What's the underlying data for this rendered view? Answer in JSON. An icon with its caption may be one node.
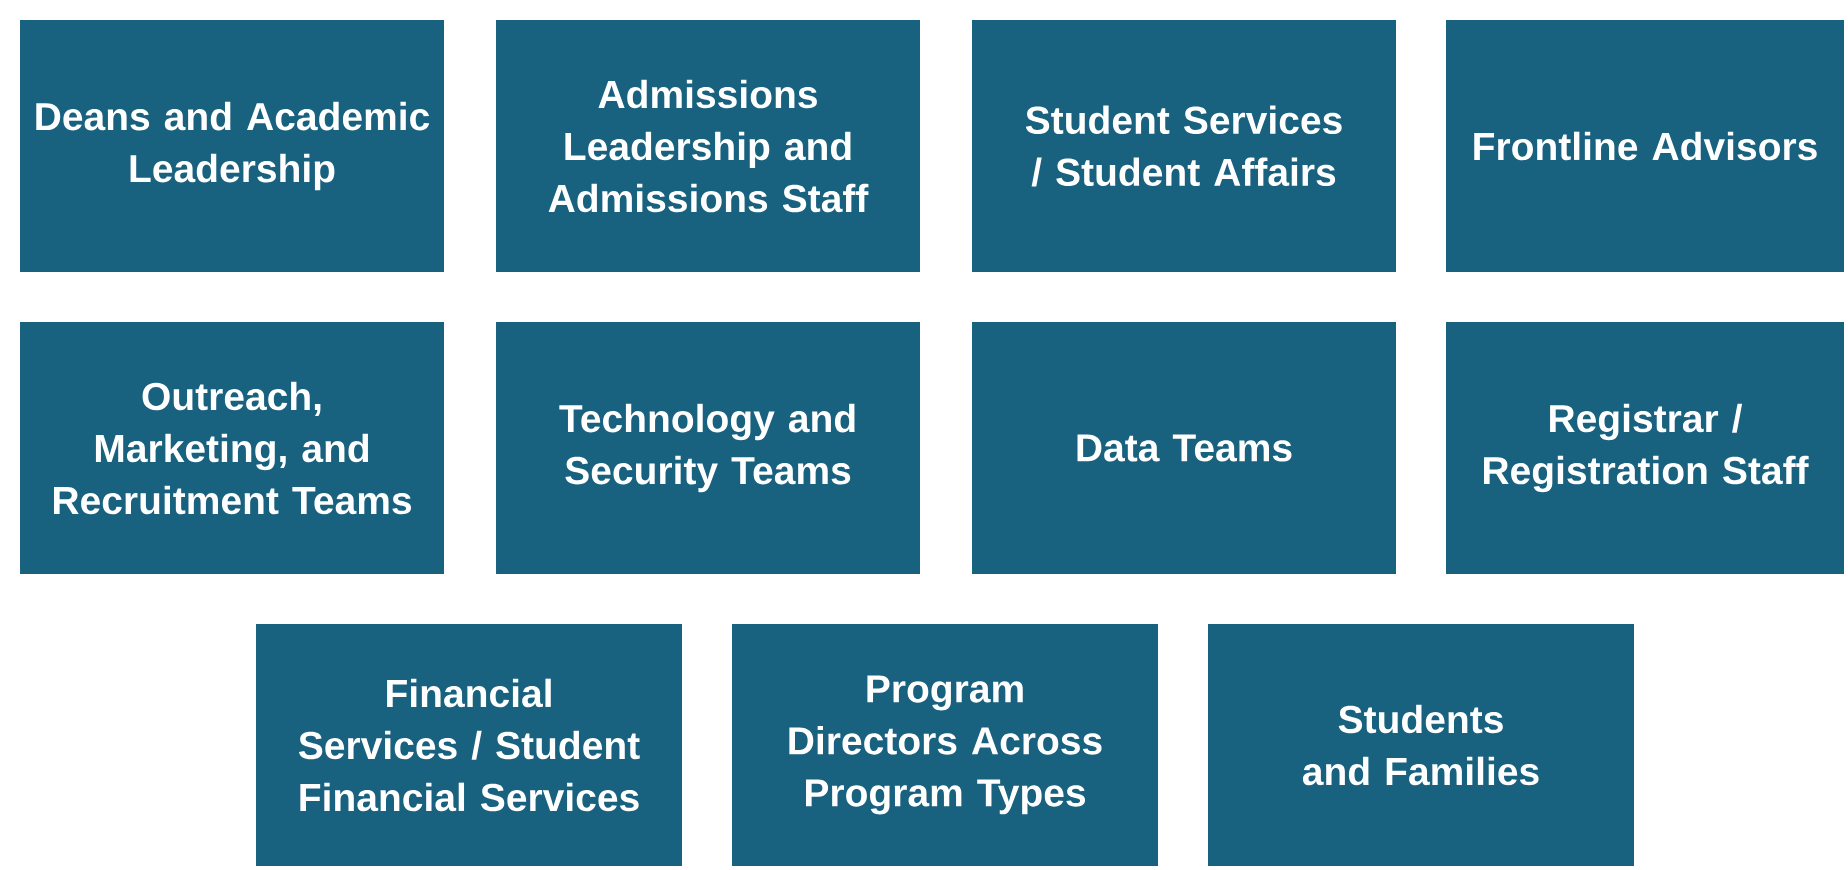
{
  "diagram": {
    "nodes": [
      {
        "text": [
          "Deans and Academic Leadership"
        ]
      },
      {
        "text": [
          "Admissions Leadership and Admissions Staff"
        ]
      },
      {
        "text": [
          "Student Services / Student Affairs"
        ]
      },
      {
        "text": [
          "Frontline Advisors"
        ]
      },
      {
        "text": [
          "Outreach, Marketing, and Recruitment Teams"
        ]
      },
      {
        "text": [
          "Technology and Security Teams"
        ]
      },
      {
        "text": [
          "Data Teams"
        ]
      },
      {
        "text": [
          "Registrar / Registration Staff"
        ]
      },
      {
        "text": [
          "Financial Services / Student Financial Services"
        ]
      },
      {
        "text": [
          "Program Directors Across Program Types"
        ]
      },
      {
        "text": [
          "Students and Families"
        ]
      }
    ]
  }
}
